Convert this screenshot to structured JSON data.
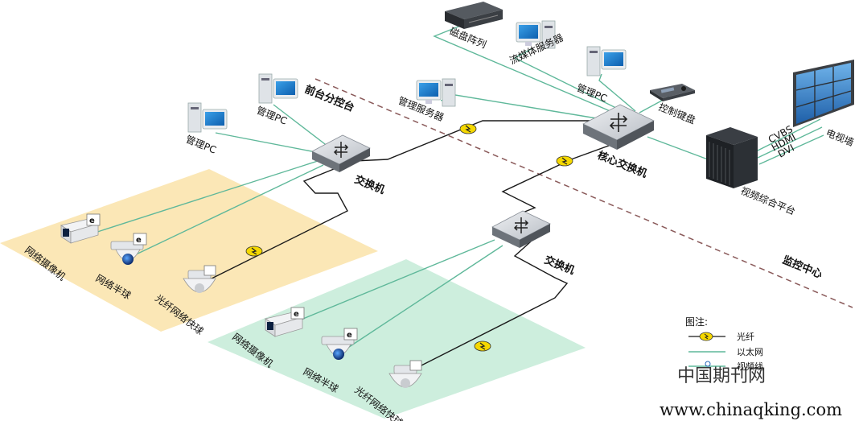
{
  "labels": {
    "disk_array": "磁盘阵列",
    "streaming_server": "流媒体服务器",
    "mgmt_pc_top": "管理PC",
    "keyboard": "控制键盘",
    "mgmt_server": "管理服务器",
    "front_console": "前台分控台",
    "mgmt_pc_mid": "管理PC",
    "mgmt_pc_left": "管理PC",
    "core_switch": "核心交换机",
    "switch_1": "交换机",
    "switch_2": "交换机",
    "video_platform": "视频综合平台",
    "tv_wall": "电视墙",
    "cvbs": "CVBS",
    "hdmi": "HDMI",
    "dvi": "DVI",
    "monitor_center": "监控中心",
    "cam_a": "网络摄像机",
    "dome_a": "网络半球",
    "speed_a": "光纤网络快球",
    "cam_b": "网络摄像机",
    "dome_b": "网络半球",
    "speed_b": "光纤网络快球"
  },
  "legend": {
    "title": "图注:",
    "fiber": "光纤",
    "ethernet": "以太网",
    "video": "视频线"
  },
  "watermark": {
    "cn": "中国期刊网",
    "url": "www.chinaqking.com"
  },
  "colors": {
    "zone_a": "#fbe7b6",
    "zone_b": "#cdeedd",
    "ethernet": "#5fb89a",
    "fiber": "#1a1a1a",
    "fiber_marker": "#f5d800",
    "divider": "#8a5a5a",
    "switch_top": "#d9dde2",
    "switch_side": "#6d737a"
  }
}
